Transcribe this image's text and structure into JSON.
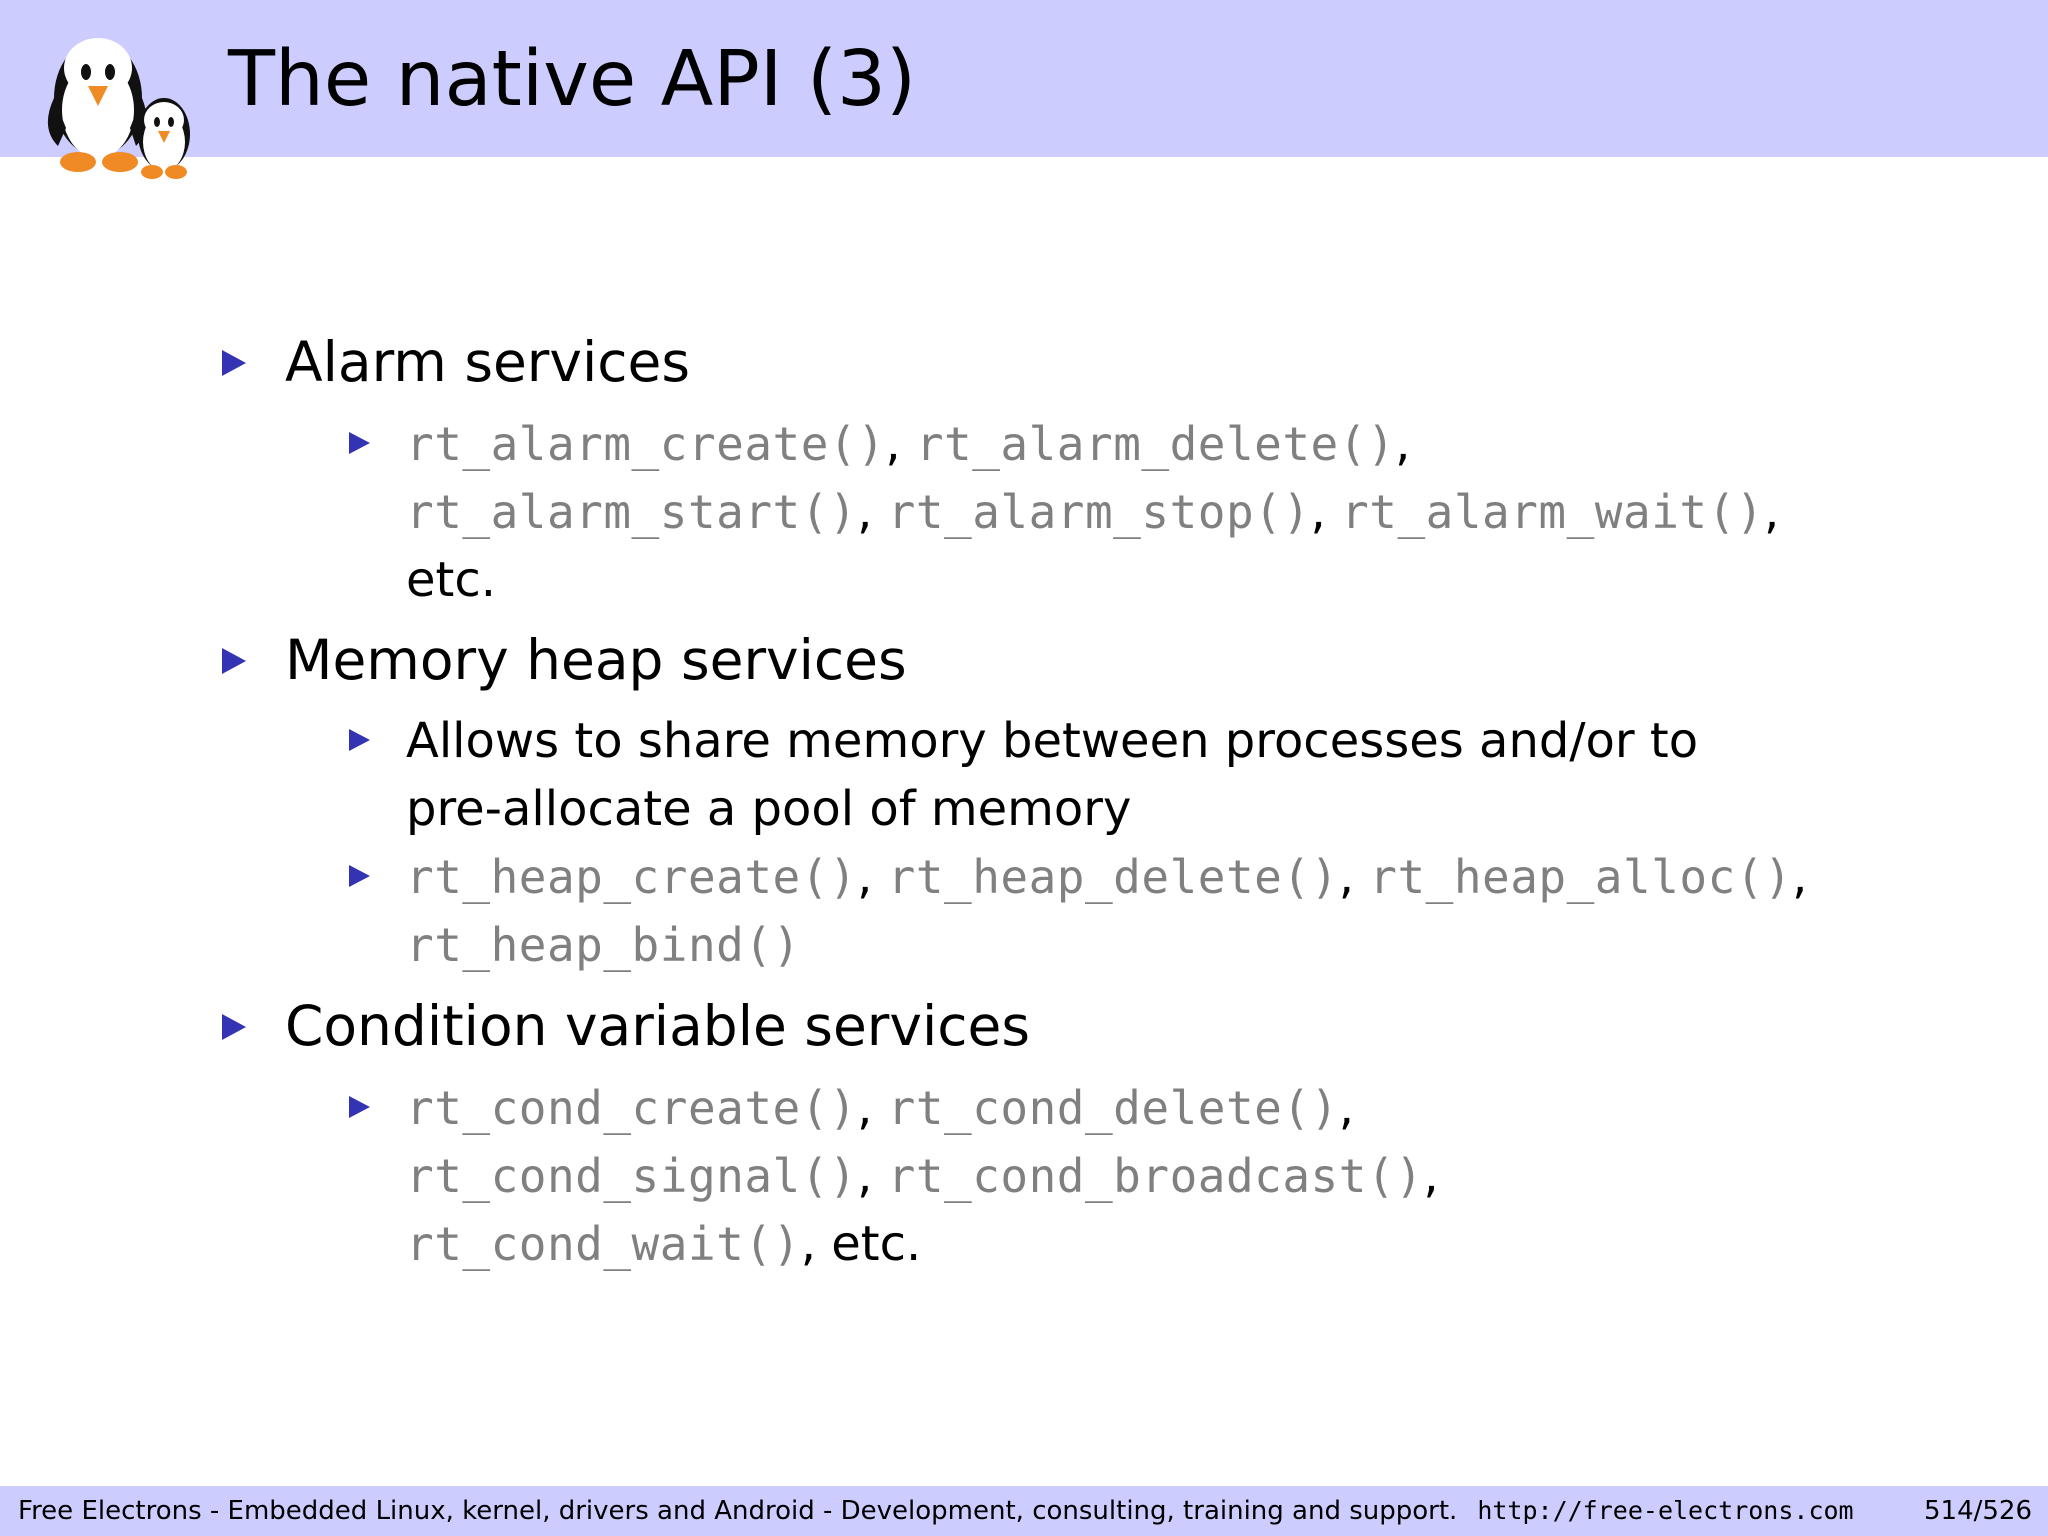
{
  "slide": {
    "title": "The native API (3)"
  },
  "sections": {
    "alarm": {
      "heading": "Alarm services",
      "item1": {
        "f1": "rt_alarm_create()",
        "f2": "rt_alarm_delete()",
        "f3": "rt_alarm_start()",
        "f4": "rt_alarm_stop()",
        "f5": "rt_alarm_wait()",
        "trail": "etc."
      }
    },
    "heap": {
      "heading": "Memory heap services",
      "item1": {
        "line1": "Allows to share memory between processes and/or to",
        "line2": "pre-allocate a pool of memory"
      },
      "item2": {
        "f1": "rt_heap_create()",
        "f2": "rt_heap_delete()",
        "f3": "rt_heap_alloc()",
        "f4": "rt_heap_bind()"
      }
    },
    "cond": {
      "heading": "Condition variable services",
      "item1": {
        "f1": "rt_cond_create()",
        "f2": "rt_cond_delete()",
        "f3": "rt_cond_signal()",
        "f4": "rt_cond_broadcast()",
        "f5": "rt_cond_wait()",
        "trail": "etc."
      }
    }
  },
  "footer": {
    "text": "Free Electrons - Embedded Linux, kernel, drivers and Android - Development, consulting, training and support.",
    "url": "http://free-electrons.com",
    "page": "514/526"
  },
  "colors": {
    "header_bg": "#ccccff",
    "bullet": "#3333b3",
    "code": "#808080"
  },
  "icons": {
    "logo": "penguins-logo-icon",
    "bullet": "triangle-bullet-icon"
  }
}
